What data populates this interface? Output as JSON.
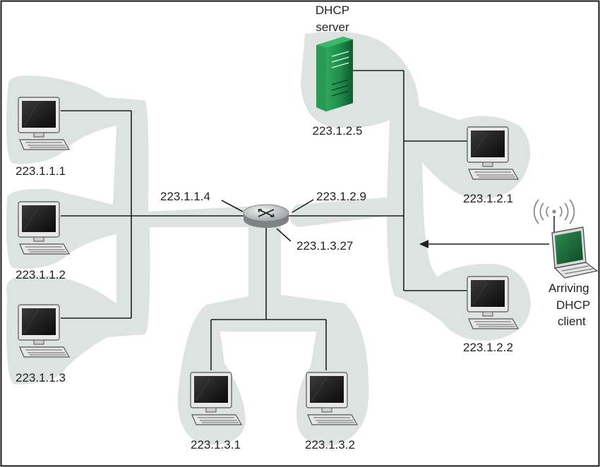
{
  "colors": {
    "background": "#ffffff",
    "frame": "#1a1a1a",
    "subnet_halo": "#dde3e1",
    "wire": "#1f1f1f",
    "server_green": "#1e8a4a",
    "laptop_screen": "#1d6b3a",
    "monitor_screen": "#1c1c1c",
    "router": "#9aa0a3"
  },
  "server": {
    "title_line1": "DHCP",
    "title_line2": "server",
    "ip": "223.1.2.5"
  },
  "router": {
    "iface_subnet1": "223.1.1.4",
    "iface_subnet2": "223.1.2.9",
    "iface_subnet3": "223.1.3.27"
  },
  "hosts": {
    "h111": "223.1.1.1",
    "h112": "223.1.1.2",
    "h113": "223.1.1.3",
    "h121": "223.1.2.1",
    "h122": "223.1.2.2",
    "h131": "223.1.3.1",
    "h132": "223.1.3.2"
  },
  "client": {
    "line1": "Arriving",
    "line2": "DHCP",
    "line3": "client"
  }
}
